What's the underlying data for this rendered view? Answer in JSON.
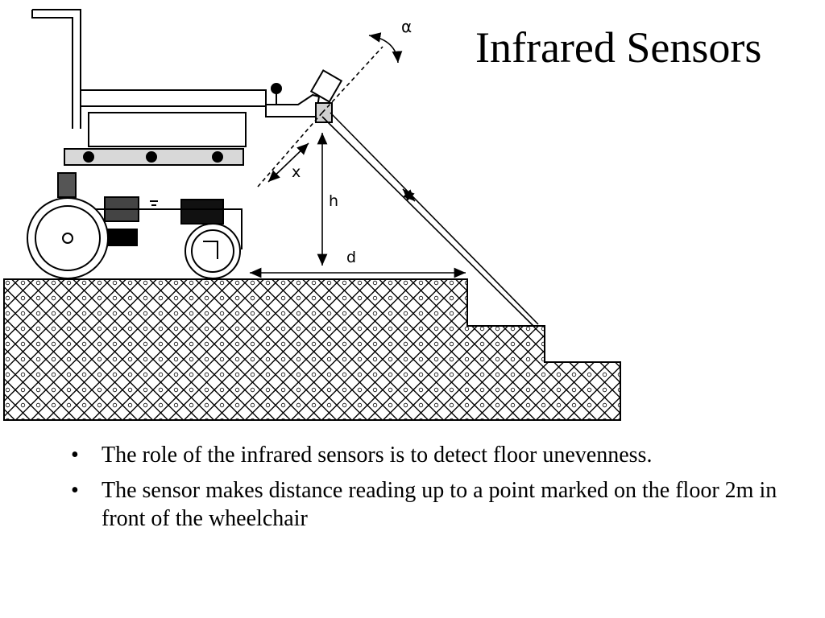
{
  "slide": {
    "title": "Infrared Sensors",
    "bullets": [
      "The role of the infrared sensors is to detect floor unevenness.",
      "The sensor makes distance reading up to a point marked on the floor 2m in front of the wheelchair"
    ],
    "bullet_symbol": "•"
  },
  "diagram": {
    "labels": {
      "alpha": "α",
      "x": "x",
      "h": "h",
      "d": "d"
    }
  }
}
